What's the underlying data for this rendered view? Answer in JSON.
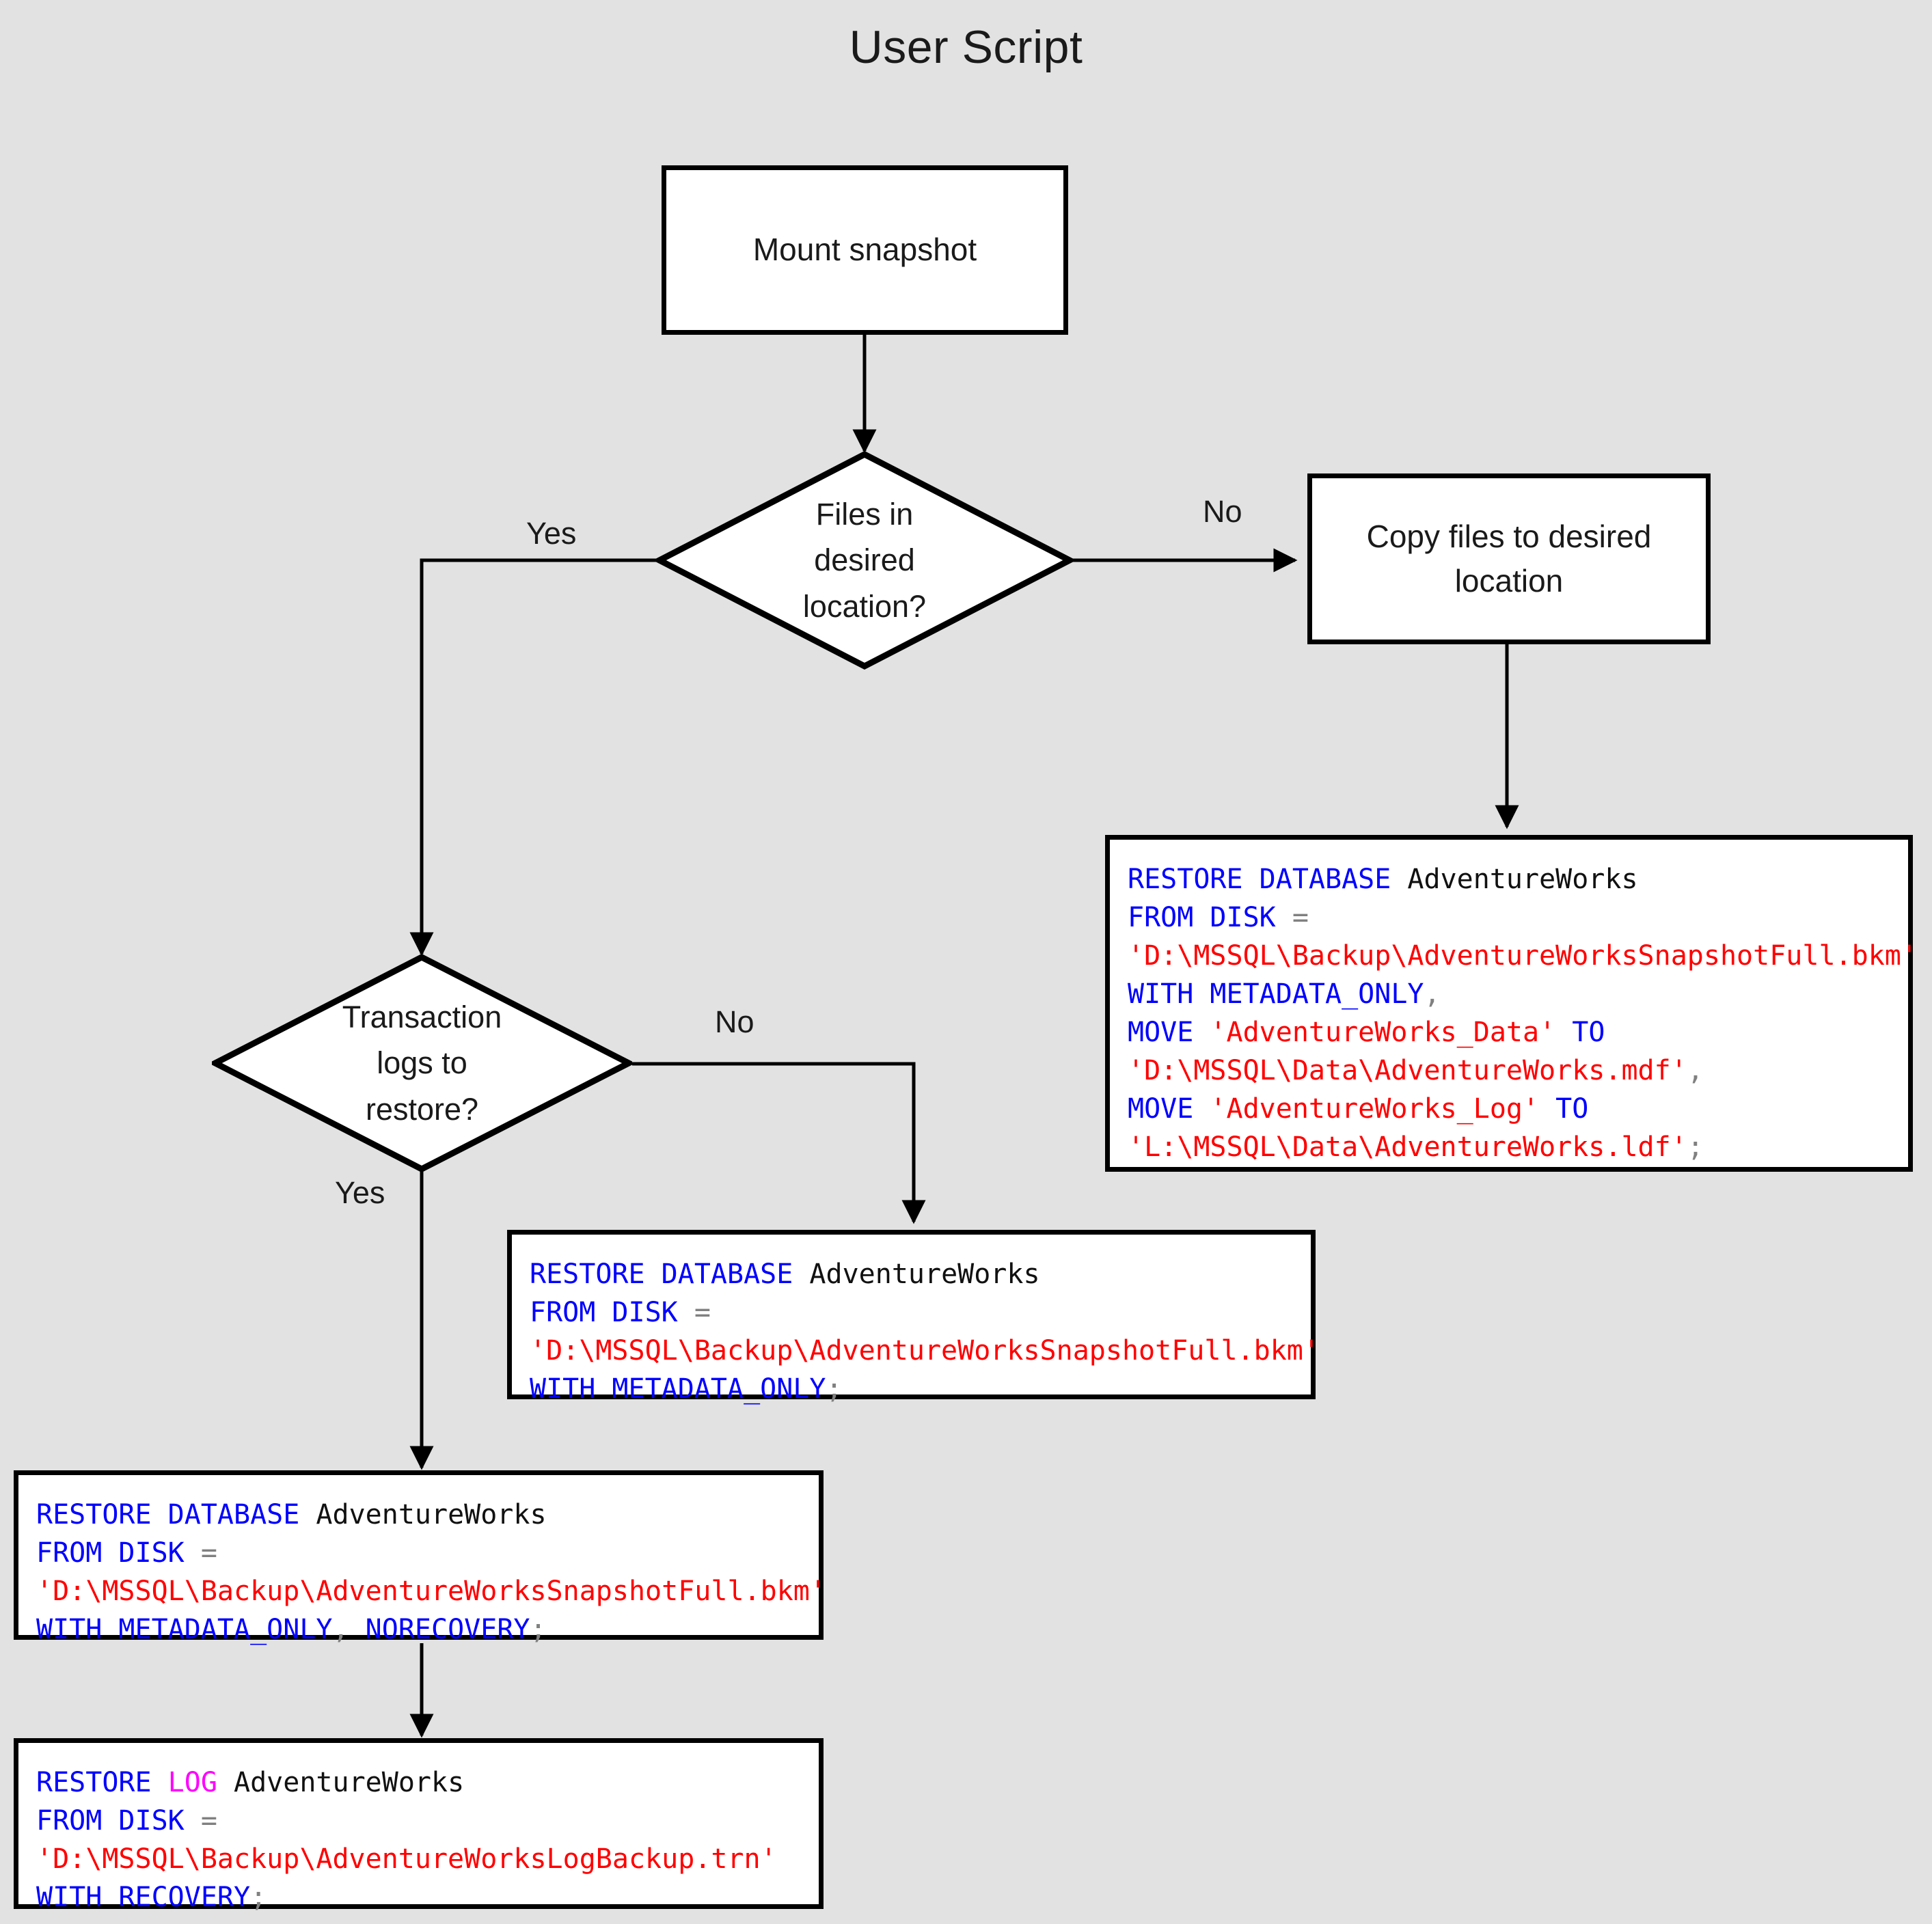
{
  "title": "User Script",
  "colors": {
    "background": "#e2e2e2",
    "box_fill": "#ffffff",
    "box_stroke": "#000000",
    "keyword": "#0000ff",
    "keyword_log": "#ff00ff",
    "string": "#ff0000",
    "identifier": "#111111",
    "punctuation": "#808080"
  },
  "nodes": {
    "mount_snapshot": {
      "label": "Mount snapshot"
    },
    "files_in_location": {
      "label": "Files in\ndesired\nlocation?"
    },
    "copy_files": {
      "label": "Copy files to desired\nlocation"
    },
    "transaction_logs": {
      "label": "Transaction\nlogs to\nrestore?"
    }
  },
  "edge_labels": {
    "files_yes": "Yes",
    "files_no": "No",
    "logs_no": "No",
    "logs_yes": "Yes"
  },
  "code_blocks": {
    "restore_with_move": {
      "lines": [
        [
          {
            "t": "RESTORE DATABASE ",
            "c": "kw"
          },
          {
            "t": "AdventureWorks",
            "c": "id"
          }
        ],
        [
          {
            "t": "FROM DISK ",
            "c": "kw"
          },
          {
            "t": "=",
            "c": "pun"
          }
        ],
        [
          {
            "t": "'D:\\MSSQL\\Backup\\AdventureWorksSnapshotFull.bkm'",
            "c": "str"
          }
        ],
        [
          {
            "t": "WITH METADATA_ONLY",
            "c": "kw"
          },
          {
            "t": ",",
            "c": "pun"
          }
        ],
        [
          {
            "t": "MOVE ",
            "c": "kw"
          },
          {
            "t": "'AdventureWorks_Data'",
            "c": "str"
          },
          {
            "t": " TO",
            "c": "kw"
          }
        ],
        [
          {
            "t": "'D:\\MSSQL\\Data\\AdventureWorks.mdf'",
            "c": "str"
          },
          {
            "t": ",",
            "c": "pun"
          }
        ],
        [
          {
            "t": "MOVE ",
            "c": "kw"
          },
          {
            "t": "'AdventureWorks_Log'",
            "c": "str"
          },
          {
            "t": " TO",
            "c": "kw"
          }
        ],
        [
          {
            "t": "'L:\\MSSQL\\Data\\AdventureWorks.ldf'",
            "c": "str"
          },
          {
            "t": ";",
            "c": "pun"
          }
        ]
      ]
    },
    "restore_metadata_only": {
      "lines": [
        [
          {
            "t": "RESTORE DATABASE ",
            "c": "kw"
          },
          {
            "t": "AdventureWorks",
            "c": "id"
          }
        ],
        [
          {
            "t": "FROM DISK ",
            "c": "kw"
          },
          {
            "t": "=",
            "c": "pun"
          }
        ],
        [
          {
            "t": "'D:\\MSSQL\\Backup\\AdventureWorksSnapshotFull.bkm'",
            "c": "str"
          }
        ],
        [
          {
            "t": "WITH METADATA_ONLY",
            "c": "kw"
          },
          {
            "t": ";",
            "c": "pun"
          }
        ]
      ]
    },
    "restore_norecovery": {
      "lines": [
        [
          {
            "t": "RESTORE DATABASE ",
            "c": "kw"
          },
          {
            "t": "AdventureWorks",
            "c": "id"
          }
        ],
        [
          {
            "t": "FROM DISK ",
            "c": "kw"
          },
          {
            "t": "=",
            "c": "pun"
          }
        ],
        [
          {
            "t": "'D:\\MSSQL\\Backup\\AdventureWorksSnapshotFull.bkm'",
            "c": "str"
          }
        ],
        [
          {
            "t": "WITH METADATA_ONLY",
            "c": "kw"
          },
          {
            "t": ",",
            "c": "pun"
          },
          {
            "t": " NORECOVERY",
            "c": "kw"
          },
          {
            "t": ";",
            "c": "pun"
          }
        ]
      ]
    },
    "restore_log": {
      "lines": [
        [
          {
            "t": "RESTORE ",
            "c": "kw"
          },
          {
            "t": "LOG",
            "c": "log"
          },
          {
            "t": " ",
            "c": "kw"
          },
          {
            "t": "AdventureWorks",
            "c": "id"
          }
        ],
        [
          {
            "t": "FROM DISK ",
            "c": "kw"
          },
          {
            "t": "=",
            "c": "pun"
          }
        ],
        [
          {
            "t": "'D:\\MSSQL\\Backup\\AdventureWorksLogBackup.trn'",
            "c": "str"
          }
        ],
        [
          {
            "t": "WITH RECOVERY",
            "c": "kw"
          },
          {
            "t": ";",
            "c": "pun"
          }
        ]
      ]
    }
  }
}
